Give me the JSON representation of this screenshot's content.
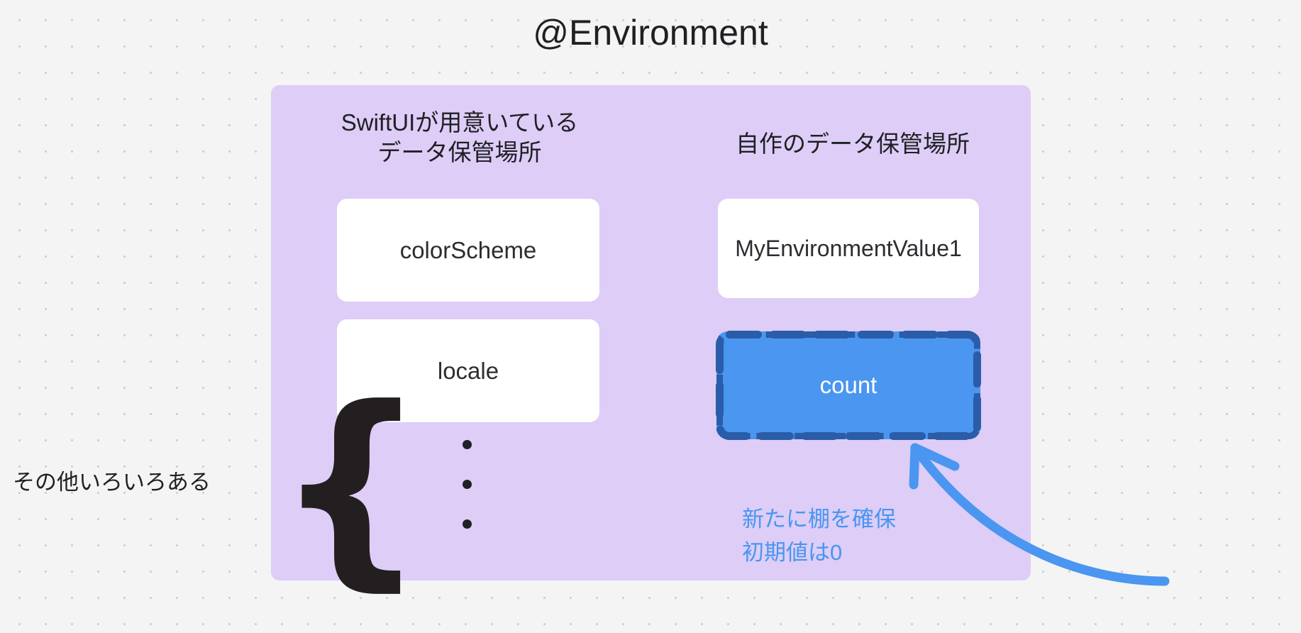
{
  "page": {
    "title": "@Environment",
    "background_color": "#f4f4f4",
    "dot_color": "#cfcfcf"
  },
  "panel": {
    "background_color": "#ddcdf7",
    "columns": [
      {
        "heading": "SwiftUIが用意いている\nデータ保管場所",
        "cards": [
          {
            "label": "colorScheme",
            "style": "plain-white"
          },
          {
            "label": "locale",
            "style": "plain-white"
          }
        ],
        "ellipsis": "•••"
      },
      {
        "heading": "自作のデータ保管場所",
        "cards": [
          {
            "label": "MyEnvironmentValue1",
            "style": "plain-white"
          },
          {
            "label": "count",
            "style": "dashed-highlight"
          }
        ]
      }
    ]
  },
  "annotations": {
    "brace_glyph": "{",
    "left_caption": "その他いろいろある",
    "blue_note": "新たに棚を確保\n初期値は0",
    "blue_note_color": "#4a96f0",
    "arrow_color": "#4a96f0"
  },
  "colors": {
    "highlight_fill": "#4a96f0",
    "highlight_border": "#2a5ca8",
    "card_fill": "#ffffff",
    "text": "#1f2023"
  }
}
